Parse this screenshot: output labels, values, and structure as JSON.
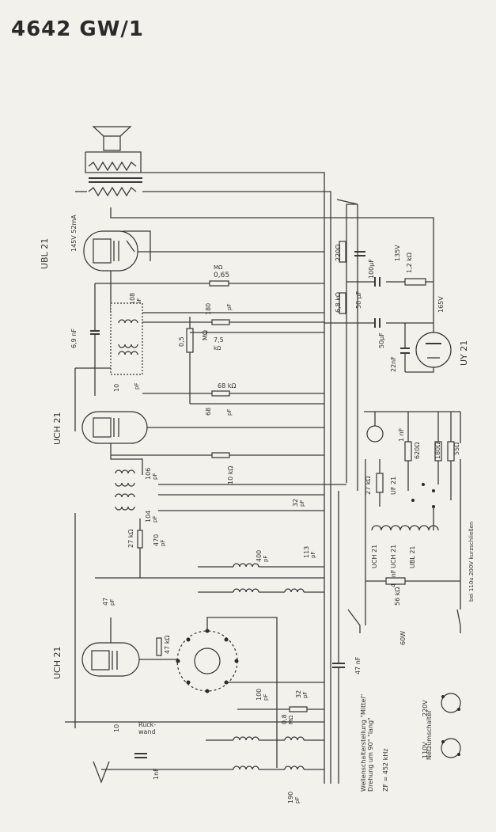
{
  "title": "4642 GW/1",
  "tubes": {
    "output": "UBL 21",
    "mixer": "UCH 21",
    "input": "UCH 21",
    "rectifier": "UY 21",
    "rail_label": "145V 52mA"
  },
  "components": {
    "r_065": "0,65",
    "mohm": "MΩ",
    "c_108": "108",
    "pf": "pF",
    "c_180": "180",
    "r_05": "0,5",
    "r_75": "7,5",
    "kohm": "kΩ",
    "c_69n": "6,9 nF",
    "r_68k": "68 kΩ",
    "c_68": "68",
    "c_10": "10",
    "c_106": "106",
    "c_104": "104",
    "r_10k": "10 kΩ",
    "c_32": "32",
    "r_27k": "27 kΩ",
    "c_470": "470",
    "c_400": "400",
    "c_113": "113",
    "c_47": "47",
    "r_47k": "47 kΩ",
    "c_10b": "10",
    "c_47n": "47 nF",
    "c_100": "100",
    "c_32b": "32",
    "r_08": "0,8",
    "c_190": "190",
    "c_1n": "1nF",
    "ruckwand": "Rück-\nwand",
    "r_220": "220Ω",
    "c_100u": "100µF",
    "r_135": "135V",
    "r_12k": "1,2 kΩ",
    "c_50u": "50 µF",
    "r_68m": "6,8 kΩ",
    "c_50u_b": "50µF",
    "r_165": "165V",
    "c_22n": "22nF",
    "c_1nf": "1 nF",
    "r_27kb": "27 kΩ",
    "r_620": "620Ω",
    "r_180": "180Ω",
    "r_55": "55Ω",
    "r_56k": "56 kΩ",
    "c_4nf": "4,7nF",
    "uf21": "UF 21",
    "lamp": "60W",
    "note_switch": "Wellenschalterstellung \"Mittel\"\nDrehung um 90° \"lang\"",
    "note_if": "ZF = 452 kHz",
    "note_volt": "bei 110u.200V kurzschließen",
    "netz": "Netzumschalter",
    "v110": "110V",
    "v220": "220V",
    "heater_ucha": "UCH 21",
    "heater_uchb": "UCH 21",
    "heater_ubl": "UBL 21"
  }
}
